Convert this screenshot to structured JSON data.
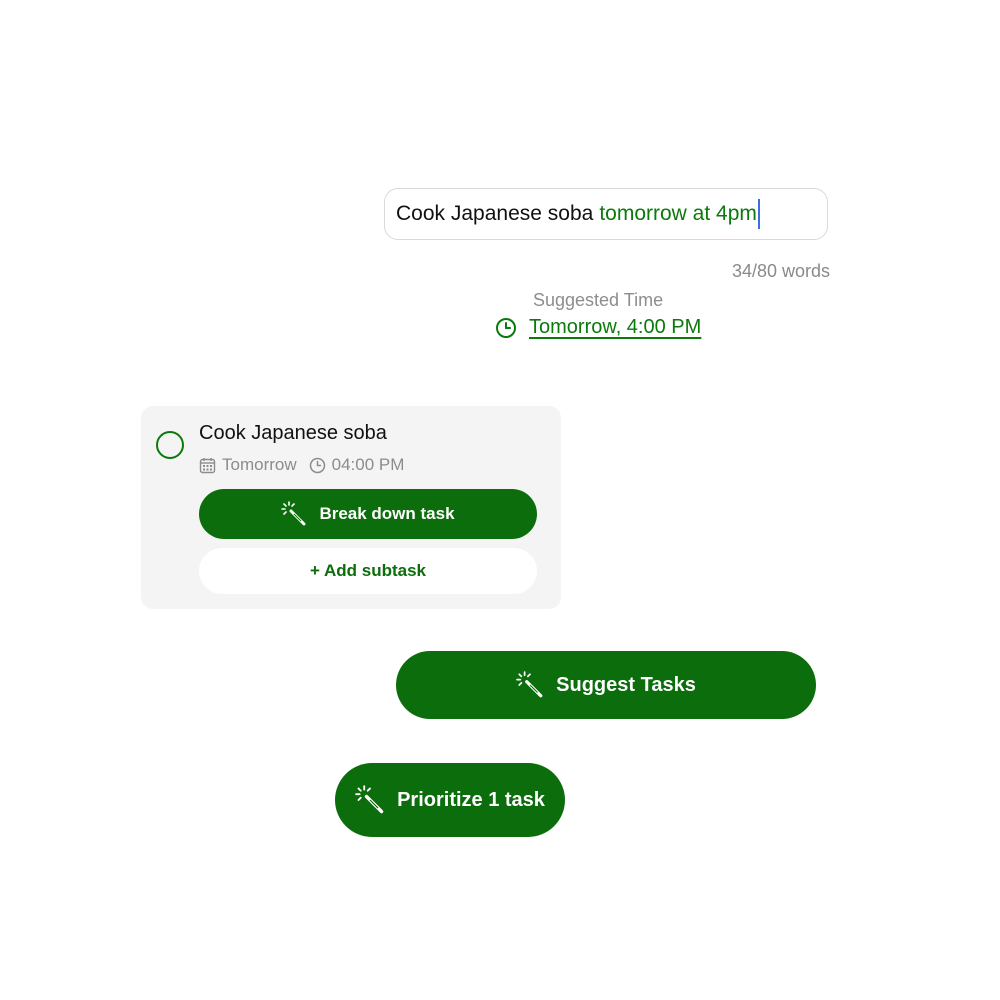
{
  "input": {
    "text": "Cook Japanese soba",
    "highlighted_text": "tomorrow at 4pm",
    "word_count": "34/80 words"
  },
  "suggestion": {
    "label": "Suggested Time",
    "time": "Tomorrow, 4:00 PM"
  },
  "task_card": {
    "title": "Cook Japanese soba",
    "date": "Tomorrow",
    "time": "04:00 PM",
    "break_down_label": "Break down task",
    "add_subtask_label": "+ Add subtask"
  },
  "buttons": {
    "suggest_tasks": "Suggest Tasks",
    "prioritize": "Prioritize 1 task"
  },
  "colors": {
    "brand_green": "#0b6d0b",
    "highlight_green": "#0b7a0b",
    "caret_blue": "#3b6fe0"
  },
  "icons": [
    "clock-icon",
    "calendar-icon",
    "magic-wand-icon"
  ]
}
